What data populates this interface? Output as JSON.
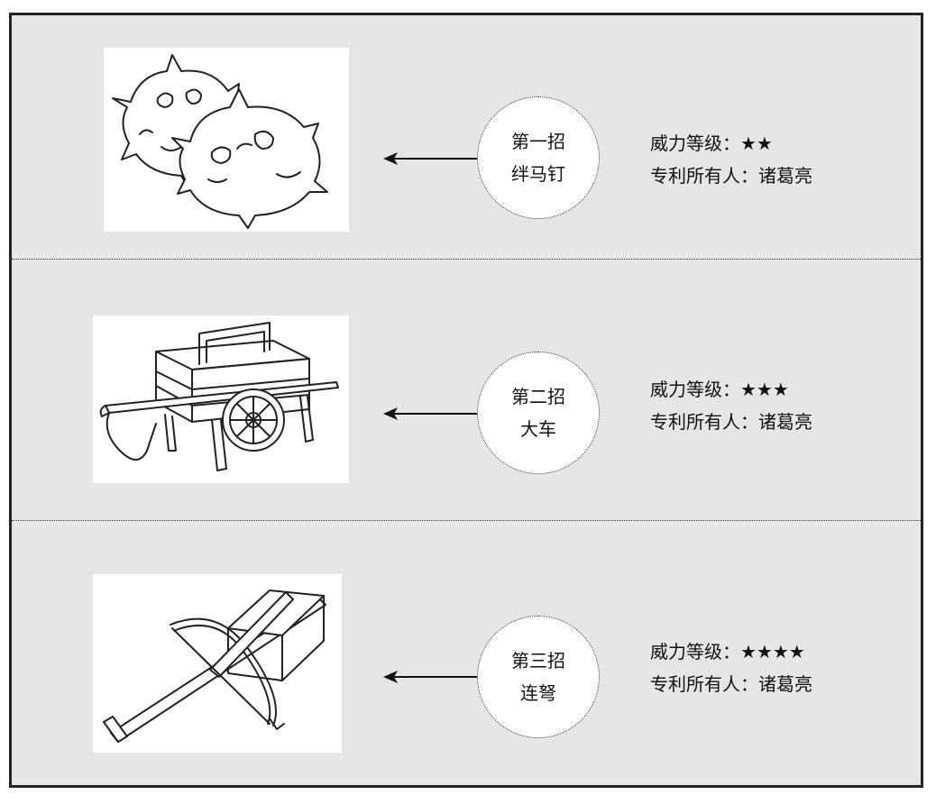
{
  "items": [
    {
      "move": "第一招",
      "name": "绊马钉",
      "power_label": "威力等级：",
      "stars": "★★",
      "power_level": 2,
      "owner_label": "专利所有人：",
      "owner": "诸葛亮",
      "illustration": "caltrops-illustration"
    },
    {
      "move": "第二招",
      "name": "大车",
      "power_label": "威力等级：",
      "stars": "★★★",
      "power_level": 3,
      "owner_label": "专利所有人：",
      "owner": "诸葛亮",
      "illustration": "cart-illustration"
    },
    {
      "move": "第三招",
      "name": "连弩",
      "power_label": "威力等级：",
      "stars": "★★★★",
      "power_level": 4,
      "owner_label": "专利所有人：",
      "owner": "诸葛亮",
      "illustration": "crossbow-illustration"
    }
  ],
  "colors": {
    "panel": "#e6e6e6",
    "ink": "#222222",
    "card": "#ffffff"
  }
}
